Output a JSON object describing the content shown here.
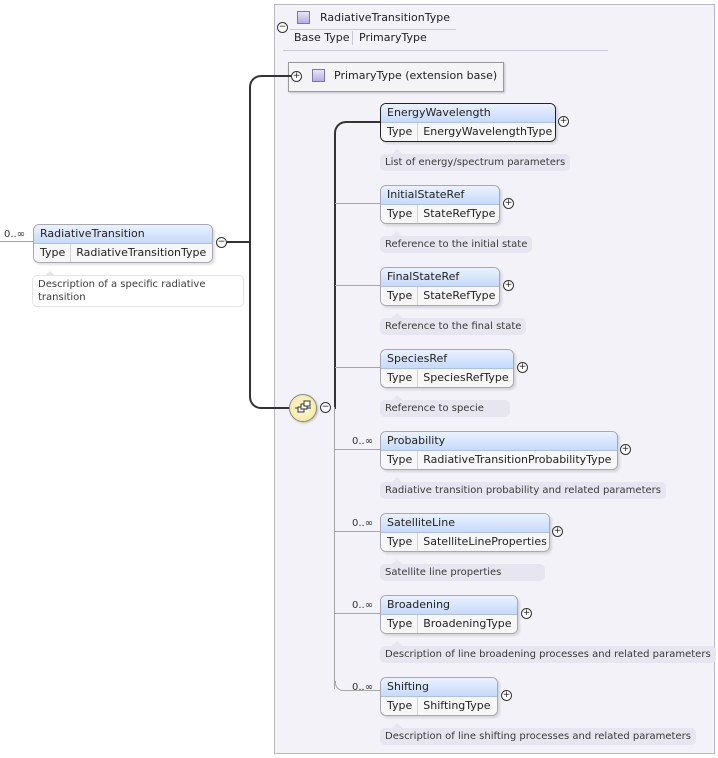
{
  "root": {
    "cardinality": "0..∞",
    "name": "RadiativeTransition",
    "type_key": "Type",
    "type_value": "RadiativeTransitionType",
    "description": "Description of a specific radiative transition"
  },
  "complex_type": {
    "name": "RadiativeTransitionType",
    "base_type_key": "Base Type",
    "base_type_value": "PrimaryType",
    "extension_label": "PrimaryType (extension base)"
  },
  "children": [
    {
      "cardinality": "",
      "name": "EnergyWavelength",
      "type_key": "Type",
      "type_value": "EnergyWavelengthType",
      "description": "List of energy/spectrum parameters"
    },
    {
      "cardinality": "",
      "name": "InitialStateRef",
      "type_key": "Type",
      "type_value": "StateRefType",
      "description": "Reference to the initial state"
    },
    {
      "cardinality": "",
      "name": "FinalStateRef",
      "type_key": "Type",
      "type_value": "StateRefType",
      "description": "Reference to the final state"
    },
    {
      "cardinality": "",
      "name": "SpeciesRef",
      "type_key": "Type",
      "type_value": "SpeciesRefType",
      "description": "Reference to specie"
    },
    {
      "cardinality": "0..∞",
      "name": "Probability",
      "type_key": "Type",
      "type_value": "RadiativeTransitionProbabilityType",
      "description": "Radiative transition probability and related parameters"
    },
    {
      "cardinality": "0..∞",
      "name": "SatelliteLine",
      "type_key": "Type",
      "type_value": "SatelliteLineProperties",
      "description": "Satellite line properties"
    },
    {
      "cardinality": "0..∞",
      "name": "Broadening",
      "type_key": "Type",
      "type_value": "BroadeningType",
      "description": "Description of line broadening processes and related parameters"
    },
    {
      "cardinality": "0..∞",
      "name": "Shifting",
      "type_key": "Type",
      "type_value": "ShiftingType",
      "description": "Description of line shifting processes and related parameters"
    }
  ],
  "icons": {
    "expand": "+",
    "collapse": "−",
    "sequence": "sequence-compositor-icon",
    "type_box": "complex-type-icon"
  }
}
